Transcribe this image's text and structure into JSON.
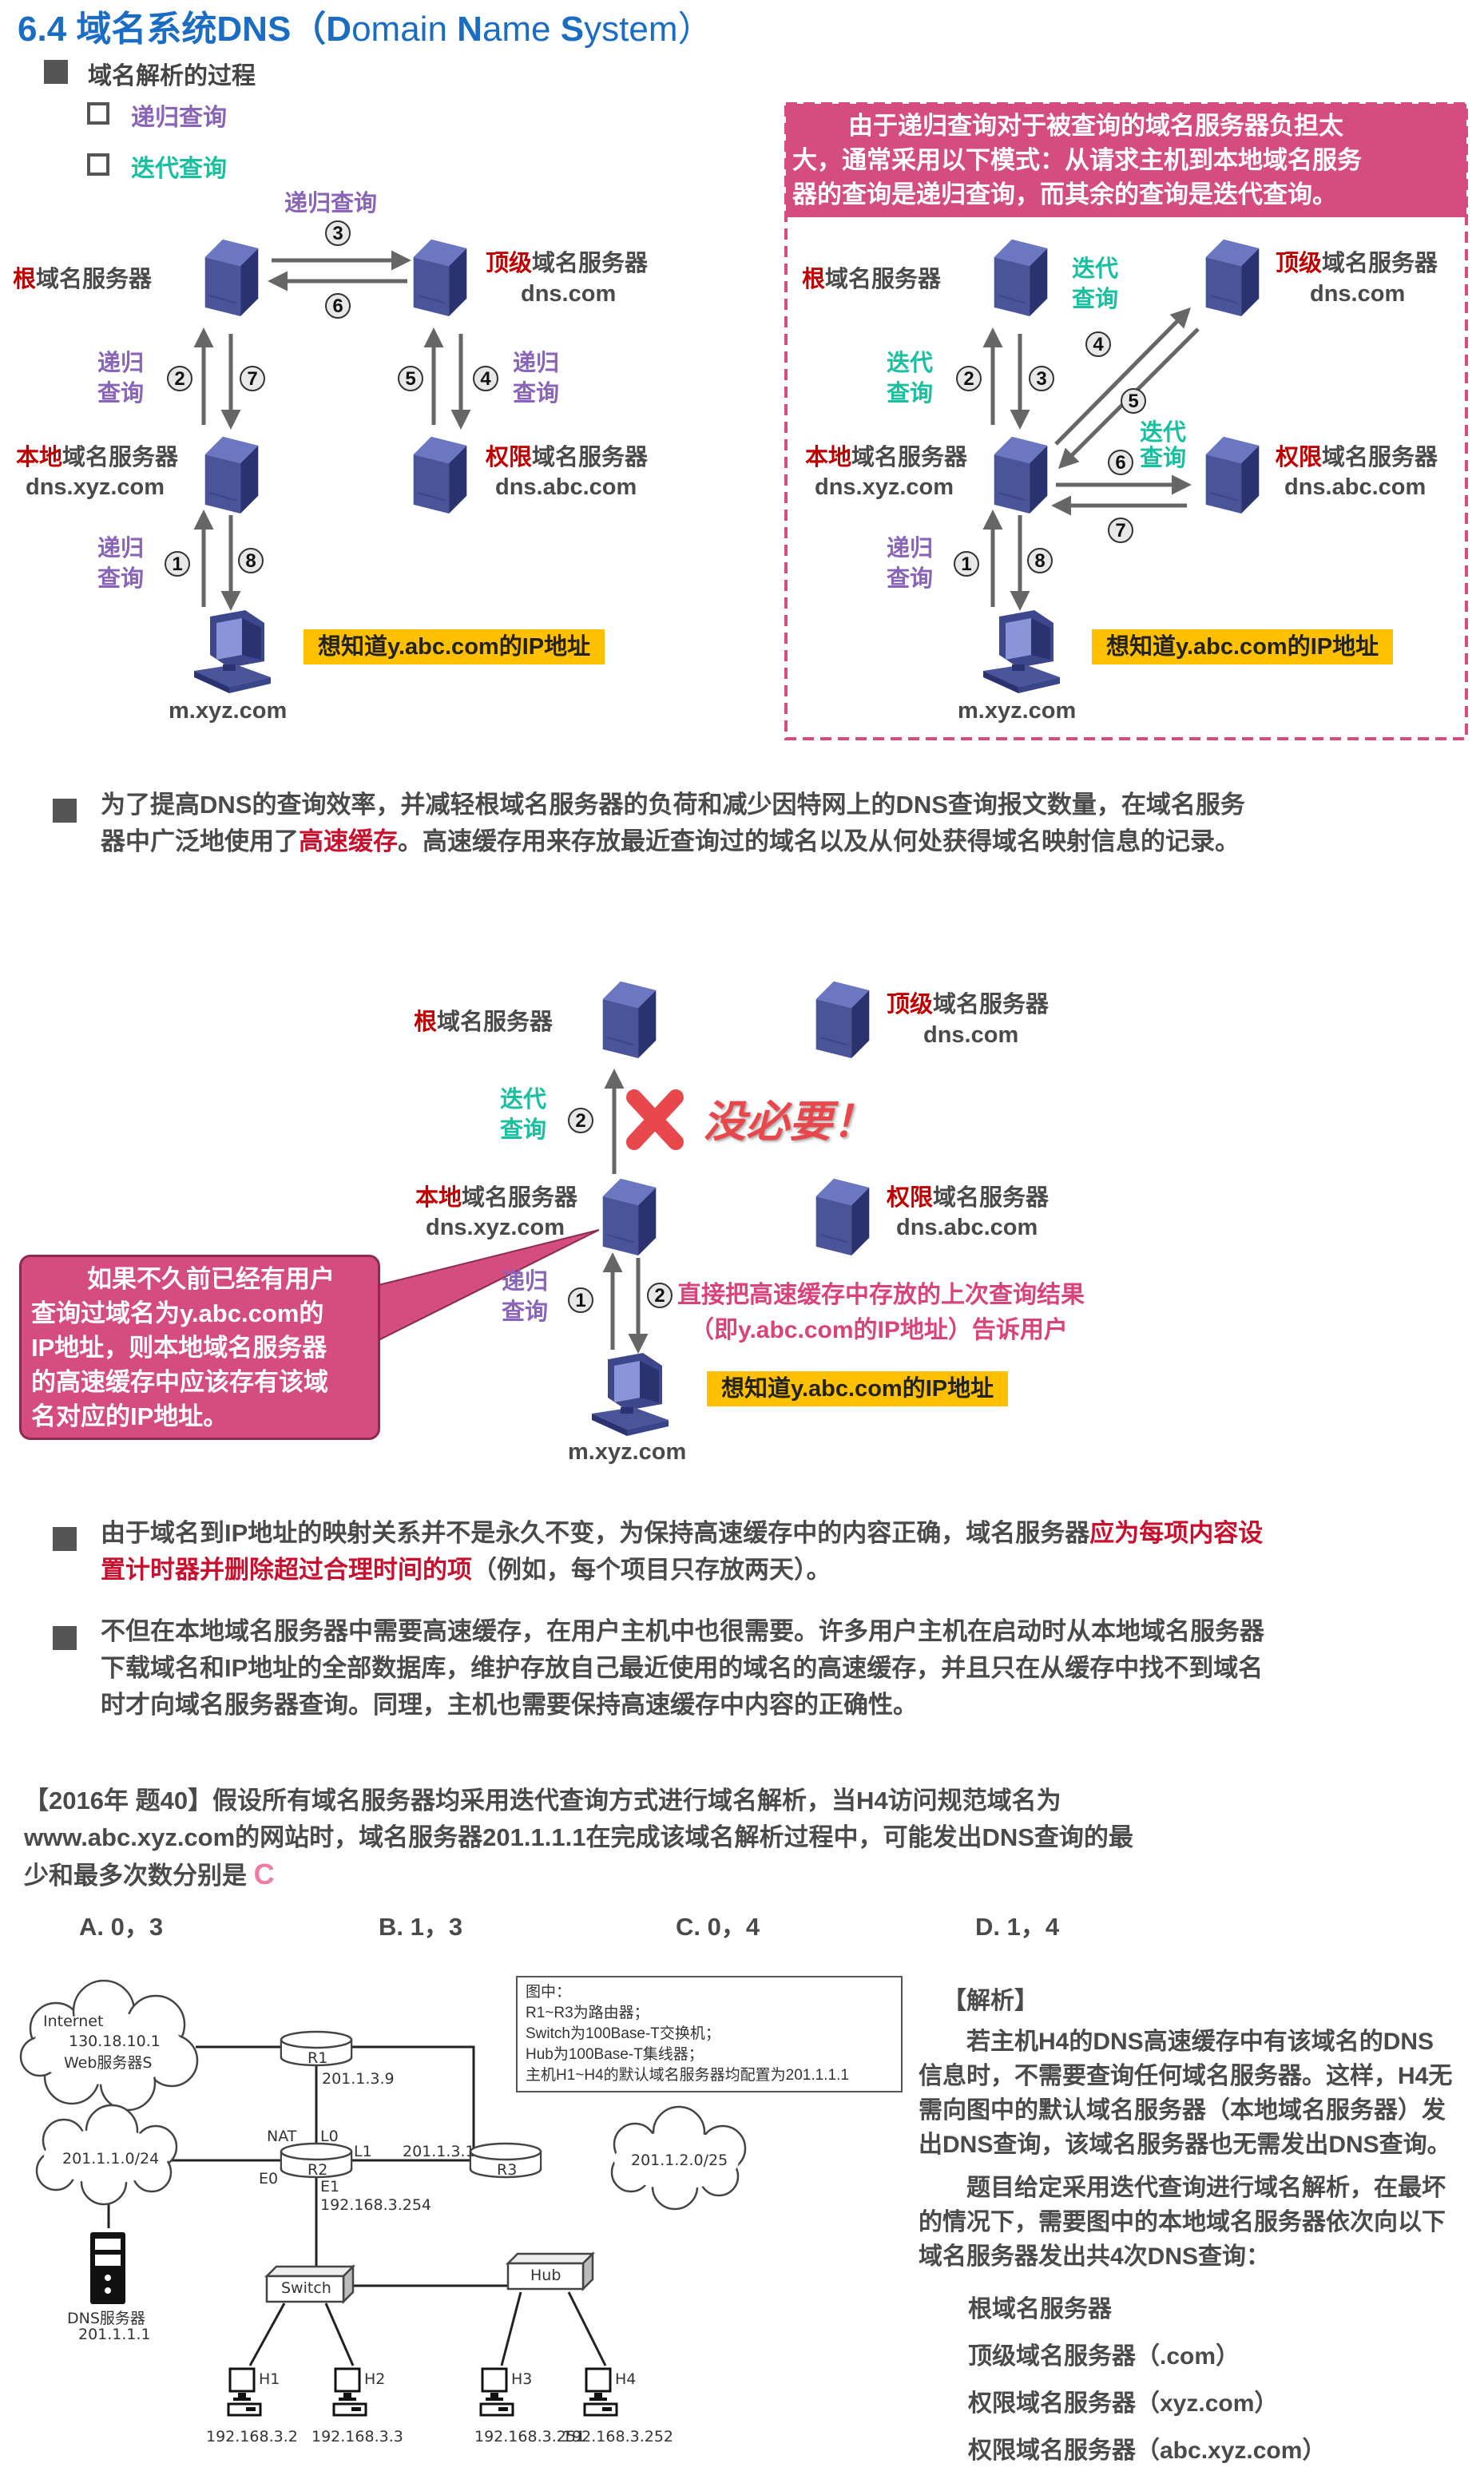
{
  "title": {
    "main": "6.4 域名系统DNS（",
    "d": "D",
    "omain": "omain ",
    "n": "N",
    "ame": "ame ",
    "s": "S",
    "ystem": "ystem）"
  },
  "section": {
    "heading": "域名解析的过程",
    "options": [
      {
        "label": "递归查询",
        "color": "#8a64b8"
      },
      {
        "label": "迭代查询",
        "color": "#19c0a0"
      }
    ]
  },
  "labels": {
    "root_prefix": "根",
    "top_prefix": "顶级",
    "local_prefix": "本地",
    "auth_prefix": "权限",
    "server_suffix": "域名服务器",
    "dns_com": "dns.com",
    "dns_xyz": "dns.xyz.com",
    "dns_abc": "dns.abc.com",
    "host": "m.xyz.com",
    "recursive_line1": "递归",
    "recursive_line2": "查询",
    "recursive": "递归查询",
    "iterative_line1": "迭代",
    "iterative_line2": "查询",
    "want_ip": "想知道y.abc.com的IP地址"
  },
  "steps": [
    "1",
    "2",
    "3",
    "4",
    "5",
    "6",
    "7",
    "8"
  ],
  "iterative_box": {
    "lines": [
      "由于递归查询对于被查询的域名服务器负担太",
      "大，通常采用以下模式：从请求主机到本地域名服务",
      "器的查询是递归查询，而其余的查询是迭代查询。"
    ]
  },
  "para1": {
    "line1": "为了提高DNS的查询效率，并减轻根域名服务器的负荷和减少因特网上的DNS查询报文数量，在域名服务",
    "line2a": "器中广泛地使用了",
    "line2_hl": "高速缓存",
    "line2b": "。高速缓存用来存放最近查询过的域名以及从何处获得域名映射信息的记录。"
  },
  "cache_diagram": {
    "no_need": "没必要！",
    "direct_lines": [
      "直接把高速缓存中存放的上次查询结果",
      "（即y.abc.com的IP地址）告诉用户"
    ],
    "callout_lines": [
      "如果不久前已经有用户",
      "查询过域名为y.abc.com的",
      "IP地址，则本地域名服务器",
      "的高速缓存中应该存有该域",
      "名对应的IP地址。"
    ]
  },
  "para2": {
    "line1a": "由于域名到IP地址的映射关系并不是永久不变，为保持高速缓存中的内容正确，域名服务器",
    "line1_hl": "应为每项内容设",
    "line2_hl": "置计时器并删除超过合理时间的项",
    "line2b": "（例如，每个项目只存放两天）。"
  },
  "para3": {
    "lines": [
      "不但在本地域名服务器中需要高速缓存，在用户主机中也很需要。许多用户主机在启动时从本地域名服务器",
      "下载域名和IP地址的全部数据库，维护存放自己最近使用的域名的高速缓存，并且只在从缓存中找不到域名",
      "时才向域名服务器查询。同理，主机也需要保持高速缓存中内容的正确性。"
    ]
  },
  "question": {
    "lines": [
      "【2016年 题40】假设所有域名服务器均采用迭代查询方式进行域名解析，当H4访问规范域名为",
      "www.abc.xyz.com的网站时，域名服务器201.1.1.1在完成该域名解析过程中，可能发出DNS查询的最",
      "少和最多次数分别是"
    ],
    "answer": "C",
    "options": [
      "A. 0，3",
      "B. 1，3",
      "C. 0，4",
      "D. 1，4"
    ]
  },
  "network": {
    "note": [
      "图中：",
      "R1~R3为路由器；",
      "Switch为100Base-T交换机；",
      "Hub为100Base-T集线器；",
      "主机H1~H4的默认域名服务器均配置为201.1.1.1"
    ],
    "internet": [
      "Internet",
      "130.18.10.1",
      "Web服务器S"
    ],
    "routers": [
      "R1",
      "R2",
      "R3"
    ],
    "r1_ip": "201.1.3.9",
    "nat": "NAT",
    "l0": "L0",
    "l1": "L1",
    "e0": "E0",
    "e1": "E1",
    "r3_ip": "201.1.3.1",
    "e1_ip": "192.168.3.254",
    "net1": "201.1.1.0/24",
    "net2": "201.1.2.0/25",
    "dns_server": [
      "DNS服务器",
      "201.1.1.1"
    ],
    "switch": "Switch",
    "hub": "Hub",
    "hosts": [
      {
        "name": "H1",
        "ip": "192.168.3.2"
      },
      {
        "name": "H2",
        "ip": "192.168.3.3"
      },
      {
        "name": "H3",
        "ip": "192.168.3.251"
      },
      {
        "name": "H4",
        "ip": "192.168.3.252"
      }
    ]
  },
  "analysis": {
    "heading": "【解析】",
    "p1": [
      "若主机H4的DNS高速缓存中有该域名的DNS",
      "信息时，不需要查询任何域名服务器。这样，H4无",
      "需向图中的默认域名服务器（本地域名服务器）发",
      "出DNS查询，该域名服务器也无需发出DNS查询。"
    ],
    "p2": [
      "题目给定采用迭代查询进行域名解析，在最坏",
      "的情况下，需要图中的本地域名服务器依次向以下",
      "域名服务器发出共4次DNS查询："
    ],
    "list": [
      "根域名服务器",
      "顶级域名服务器（.com）",
      "权限域名服务器（xyz.com）",
      "权限域名服务器（abc.xyz.com）"
    ]
  },
  "colors": {
    "title": "#1a6dc2",
    "recursive": "#8a64b8",
    "iterative": "#19c0a0",
    "accent_red": "#c00000",
    "pink": "#d44d7e",
    "yellow": "#ffc000"
  }
}
